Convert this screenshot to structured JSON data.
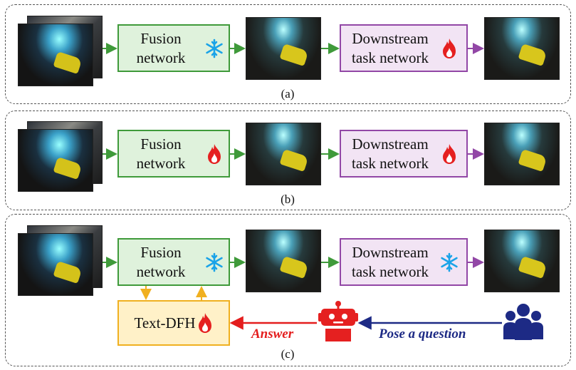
{
  "panels": [
    {
      "caption": "(a)",
      "fusion": {
        "line1": "Fusion",
        "line2": "network",
        "icon": "snowflake-icon"
      },
      "task": {
        "line1": "Downstream",
        "line2": "task network",
        "icon": "flame-icon"
      }
    },
    {
      "caption": "(b)",
      "fusion": {
        "line1": "Fusion",
        "line2": "network",
        "icon": "flame-icon"
      },
      "task": {
        "line1": "Downstream",
        "line2": "task network",
        "icon": "flame-icon"
      }
    },
    {
      "caption": "(c)",
      "fusion": {
        "line1": "Fusion",
        "line2": "network",
        "icon": "snowflake-icon"
      },
      "task": {
        "line1": "Downstream",
        "line2": "task network",
        "icon": "snowflake-icon"
      },
      "text_dfh": {
        "label": "Text-DFH",
        "icon": "flame-icon"
      },
      "answer_label": "Answer",
      "question_label": "Pose a question",
      "robot_icon": "robot-icon",
      "users_icon": "users-icon"
    }
  ],
  "colors": {
    "fusion_border": "#3f9a3a",
    "fusion_fill": "#dff2dc",
    "task_border": "#9247a6",
    "task_fill": "#f2e4f4",
    "textdfh_border": "#f0b020",
    "textdfh_fill": "#fff1c8",
    "answer": "#e41d1d",
    "question": "#1d2a85",
    "snowflake": "#1aa3e8",
    "flame": "#e52020"
  }
}
